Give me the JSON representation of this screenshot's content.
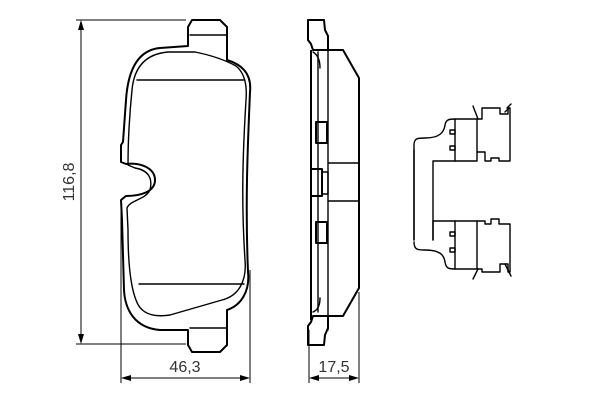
{
  "drawing": {
    "title": "Brake pad technical drawing",
    "views": [
      {
        "name": "front-view",
        "label": "Brake pad front view"
      },
      {
        "name": "side-view",
        "label": "Brake pad side profile"
      },
      {
        "name": "clip-view",
        "label": "Wear indicator / retaining clip"
      }
    ]
  },
  "dimensions": {
    "height": {
      "value": "116,8",
      "unit": "mm",
      "orientation": "vertical"
    },
    "width": {
      "value": "46,3",
      "unit": "mm",
      "orientation": "horizontal"
    },
    "thickness": {
      "value": "17,5",
      "unit": "mm",
      "orientation": "horizontal"
    }
  },
  "colors": {
    "line": "#000000",
    "text": "#333333",
    "background": "#ffffff"
  }
}
